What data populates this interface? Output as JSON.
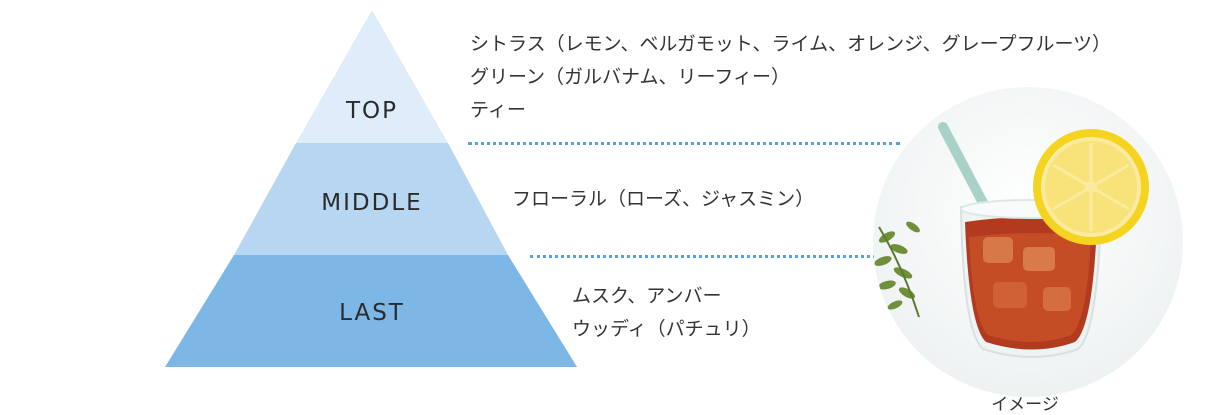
{
  "pyramid": {
    "top_label": "TOP",
    "middle_label": "MIDDLE",
    "last_label": "LAST",
    "colors": {
      "top": "#deedf9",
      "middle": "#b6d6f1",
      "last": "#7db7e6"
    }
  },
  "notes": {
    "top": [
      "シトラス（レモン、ベルガモット、ライム、オレンジ、グレープフルーツ）",
      "グリーン（ガルバナム、リーフィー）",
      "ティー"
    ],
    "middle": [
      "フローラル（ローズ、ジャスミン）"
    ],
    "last": [
      "ムスク、アンバー",
      "ウッディ（パチュリ）"
    ]
  },
  "image": {
    "subject": "iced-tea-with-lemon",
    "caption": "イメージ"
  },
  "accent": "#5aa2d6"
}
